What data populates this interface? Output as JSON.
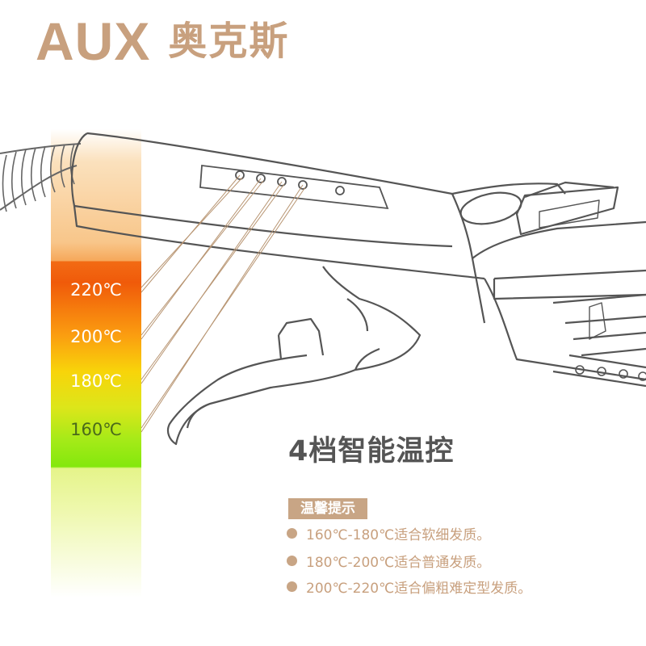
{
  "brand": {
    "logo_latin": "AUX",
    "logo_cn": "奥克斯"
  },
  "temperatures": [
    "220℃",
    "200℃",
    "180℃",
    "160℃"
  ],
  "headline": "4档智能温控",
  "tips": {
    "title": "温馨提示",
    "items": [
      "160℃-180℃适合软细发质。",
      "180℃-200℃适合普通发质。",
      "200℃-220℃适合偏粗难定型发质。"
    ]
  },
  "colors": {
    "brand_gold": "#c8a07e",
    "hot": "#f05a0a",
    "warm": "#f8d40a",
    "cool": "#84e80d"
  }
}
